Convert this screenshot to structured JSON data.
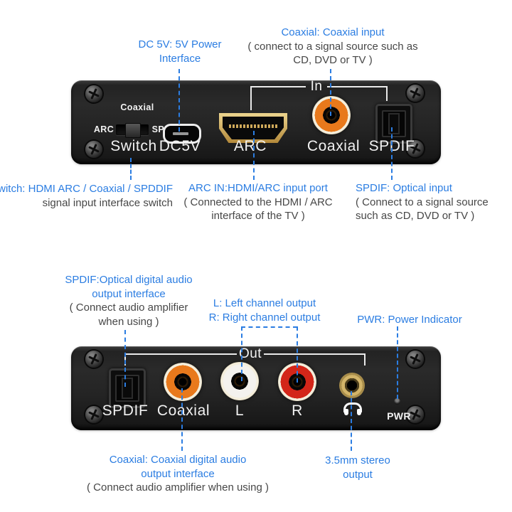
{
  "colors": {
    "annotation_blue": "#2b7de2",
    "text_dark": "#474747",
    "label_white": "#f2f2f2",
    "coaxial_orange": "#e8791c",
    "rca_white": "#f4f2ee",
    "rca_red": "#d32619",
    "jack_gold": "#d2b469"
  },
  "top": {
    "dc5v_note": {
      "line1": "DC 5V: 5V Power",
      "line2": "Interface"
    },
    "coaxial_in_note": {
      "title": "Coaxial: Coaxial input",
      "desc1": "( connect to a signal source such as",
      "desc2": "CD, DVD or TV )"
    },
    "switch_note": {
      "title": "Switch: HDMI ARC / Coaxial / SPDDIF",
      "desc": "signal input interface switch"
    },
    "arc_note": {
      "title": "ARC IN:HDMI/ARC input port",
      "desc1": "( Connected to the HDMI / ARC",
      "desc2": "interface of the TV )"
    },
    "spdif_in_note": {
      "title": "SPDIF: Optical input",
      "desc1": "( Connect to a signal source",
      "desc2": "such as CD, DVD or TV )"
    },
    "device": {
      "group_label": "In",
      "switch_option_top": "Coaxial",
      "switch_option_left": "ARC",
      "switch_option_right": "SPDIF",
      "switch_label": "Switch",
      "dc5v_label": "DC5V",
      "arc_label": "ARC",
      "coaxial_label": "Coaxial",
      "spdif_label": "SPDIF"
    }
  },
  "bottom": {
    "spdif_out_note": {
      "title1": "SPDIF:Optical digital audio",
      "title2": "output interface",
      "desc1": "( Connect audio amplifier",
      "desc2": "when using )"
    },
    "lr_note": {
      "line1": "L: Left channel output",
      "line2": "R: Right channel output"
    },
    "pwr_note": {
      "title": "PWR: Power Indicator"
    },
    "coaxial_out_note": {
      "title1": "Coaxial: Coaxial digital audio",
      "title2": "output interface",
      "desc": "( Connect audio amplifier when using )"
    },
    "stereo_note": {
      "line1": "3.5mm stereo",
      "line2": "output"
    },
    "device": {
      "group_label": "Out",
      "spdif_label": "SPDIF",
      "coaxial_label": "Coaxial",
      "left_label": "L",
      "right_label": "R",
      "pwr_label": "PWR"
    }
  },
  "icons": {
    "headphone_jack": "headphone-icon",
    "corner_screws": "phillips-screw-icon"
  }
}
